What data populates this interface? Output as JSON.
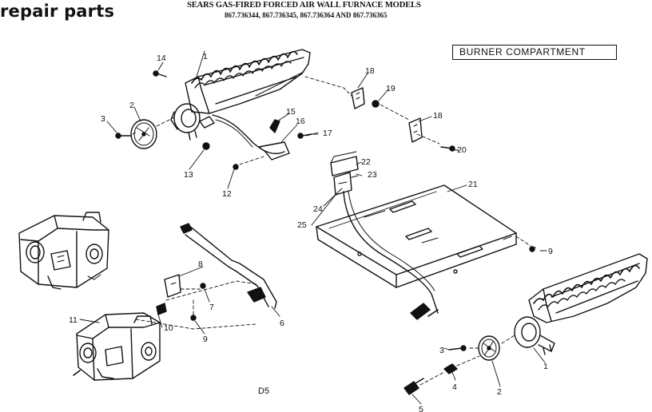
{
  "header": {
    "section_title": "repair parts",
    "title_line1": "SEARS GAS-FIRED FORCED AIR WALL FURNACE MODELS",
    "title_line2": "867.736344, 867.736345, 867.736364 AND 867.736365"
  },
  "compartment_label": "BURNER COMPARTMENT",
  "page_code": "D5",
  "callouts": [
    "1",
    "2",
    "3",
    "4",
    "5",
    "6",
    "7",
    "8",
    "9",
    "10",
    "11",
    "12",
    "13",
    "14",
    "15",
    "16",
    "17",
    "18",
    "19",
    "20",
    "21",
    "22",
    "23",
    "24",
    "25"
  ]
}
